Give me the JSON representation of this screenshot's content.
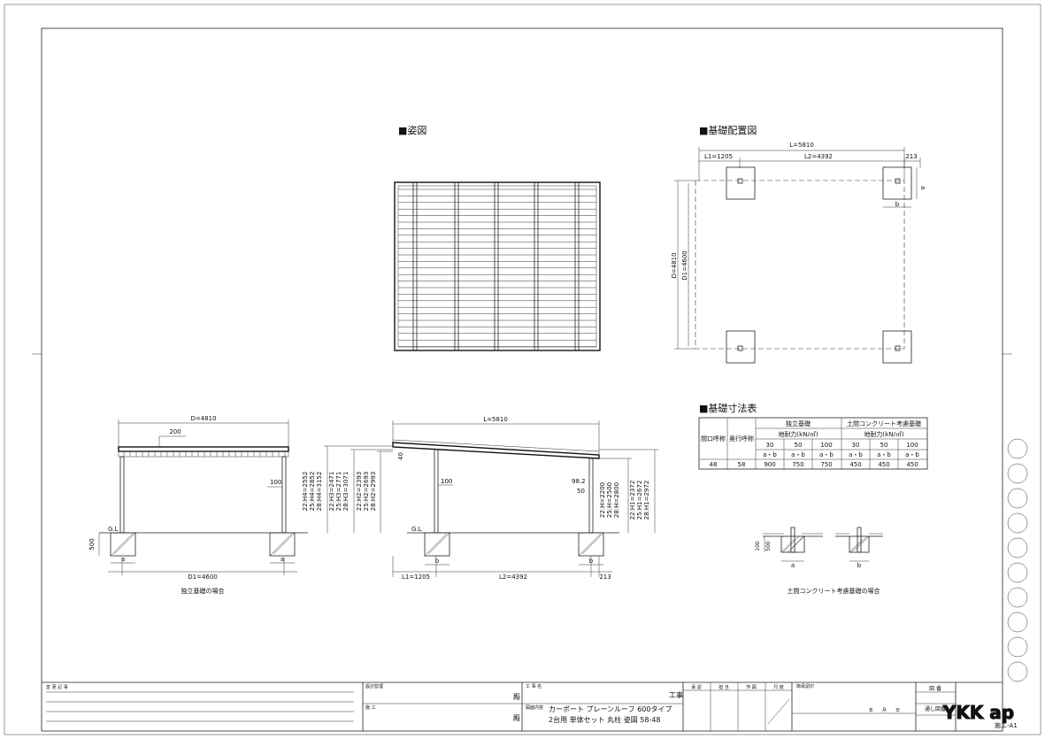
{
  "sections": {
    "elevation_title": "■姿図",
    "layout_title": "■基礎配置図",
    "table_title": "■基礎寸法表"
  },
  "layout_plan": {
    "L": "L=5810",
    "L1": "L1=1205",
    "L2": "L2=4392",
    "end": "213",
    "D": "D=4810",
    "D1": "D1=4600",
    "a": "a",
    "b": "b"
  },
  "side_view": {
    "D": "D=4810",
    "overhang": "200",
    "post_width": "100",
    "footing_depth": "500",
    "gl": "G.L",
    "D1": "D1=4600",
    "a_left": "a",
    "a_right": "a",
    "caption": "独立基礎の場合"
  },
  "front_view": {
    "L": "L=5810",
    "v40": "40",
    "post": "100",
    "v98": "98.2",
    "v50": "50",
    "gl": "G.L",
    "b_left": "b",
    "b_right": "b",
    "L1": "L1=1205",
    "L2": "L2=4392",
    "end": "213",
    "heights_H4": [
      "22:H4=2552",
      "25:H4=2852",
      "28:H4=3152"
    ],
    "heights_H3": [
      "22:H3=2471",
      "25:H3=2771",
      "28:H3=3071"
    ],
    "heights_H2": [
      "22:H2=2393",
      "25:H2=2693",
      "28:H2=2993"
    ],
    "heights_H": [
      "22:H=2200",
      "25:H=2500",
      "28:H=2800"
    ],
    "heights_H1": [
      "22:H1=2372",
      "25:H1=2672",
      "28:H1=2972"
    ]
  },
  "soil_detail": {
    "d100": "100",
    "d500": "500",
    "a": "a",
    "b": "b",
    "caption": "土間コンクリート考慮基礎の場合"
  },
  "table": {
    "col_width": "間口呼称",
    "col_depth": "奥行呼称",
    "group_independent": "独立基礎",
    "group_soil": "土間コンクリート考慮基礎",
    "bearing_label": "地耐力(kN/㎡)",
    "bearings": [
      "30",
      "50",
      "100",
      "30",
      "50",
      "100"
    ],
    "ab_labels": [
      "a・b",
      "a・b",
      "a・b",
      "a・b",
      "a・b",
      "a・b"
    ],
    "row": {
      "width": "48",
      "depth": "58",
      "values": [
        "900",
        "750",
        "750",
        "450",
        "450",
        "450"
      ]
    }
  },
  "title_block": {
    "revision_label": "変 更 記 事",
    "design_label": "設計監理",
    "construction_label": "施 工",
    "honorific1": "殿",
    "honorific2": "殿",
    "project_label": "工 事 名",
    "project_suffix": "工事",
    "content_label": "図面内容",
    "drawing_line1": "カーポート プレーンルーフ 600タイプ",
    "drawing_line2": "2台用 単体セット 丸柱 姿図 58-48",
    "stamps": [
      "承 認",
      "担 当",
      "作 図",
      "尺 度"
    ],
    "approval_date_label": "御承認印",
    "date_label": "年　　月　　日",
    "drawing_no_label": "図 番",
    "serial_label": "通し図番",
    "brand": "YKK ap",
    "sheet_code": "施エ-A1"
  }
}
